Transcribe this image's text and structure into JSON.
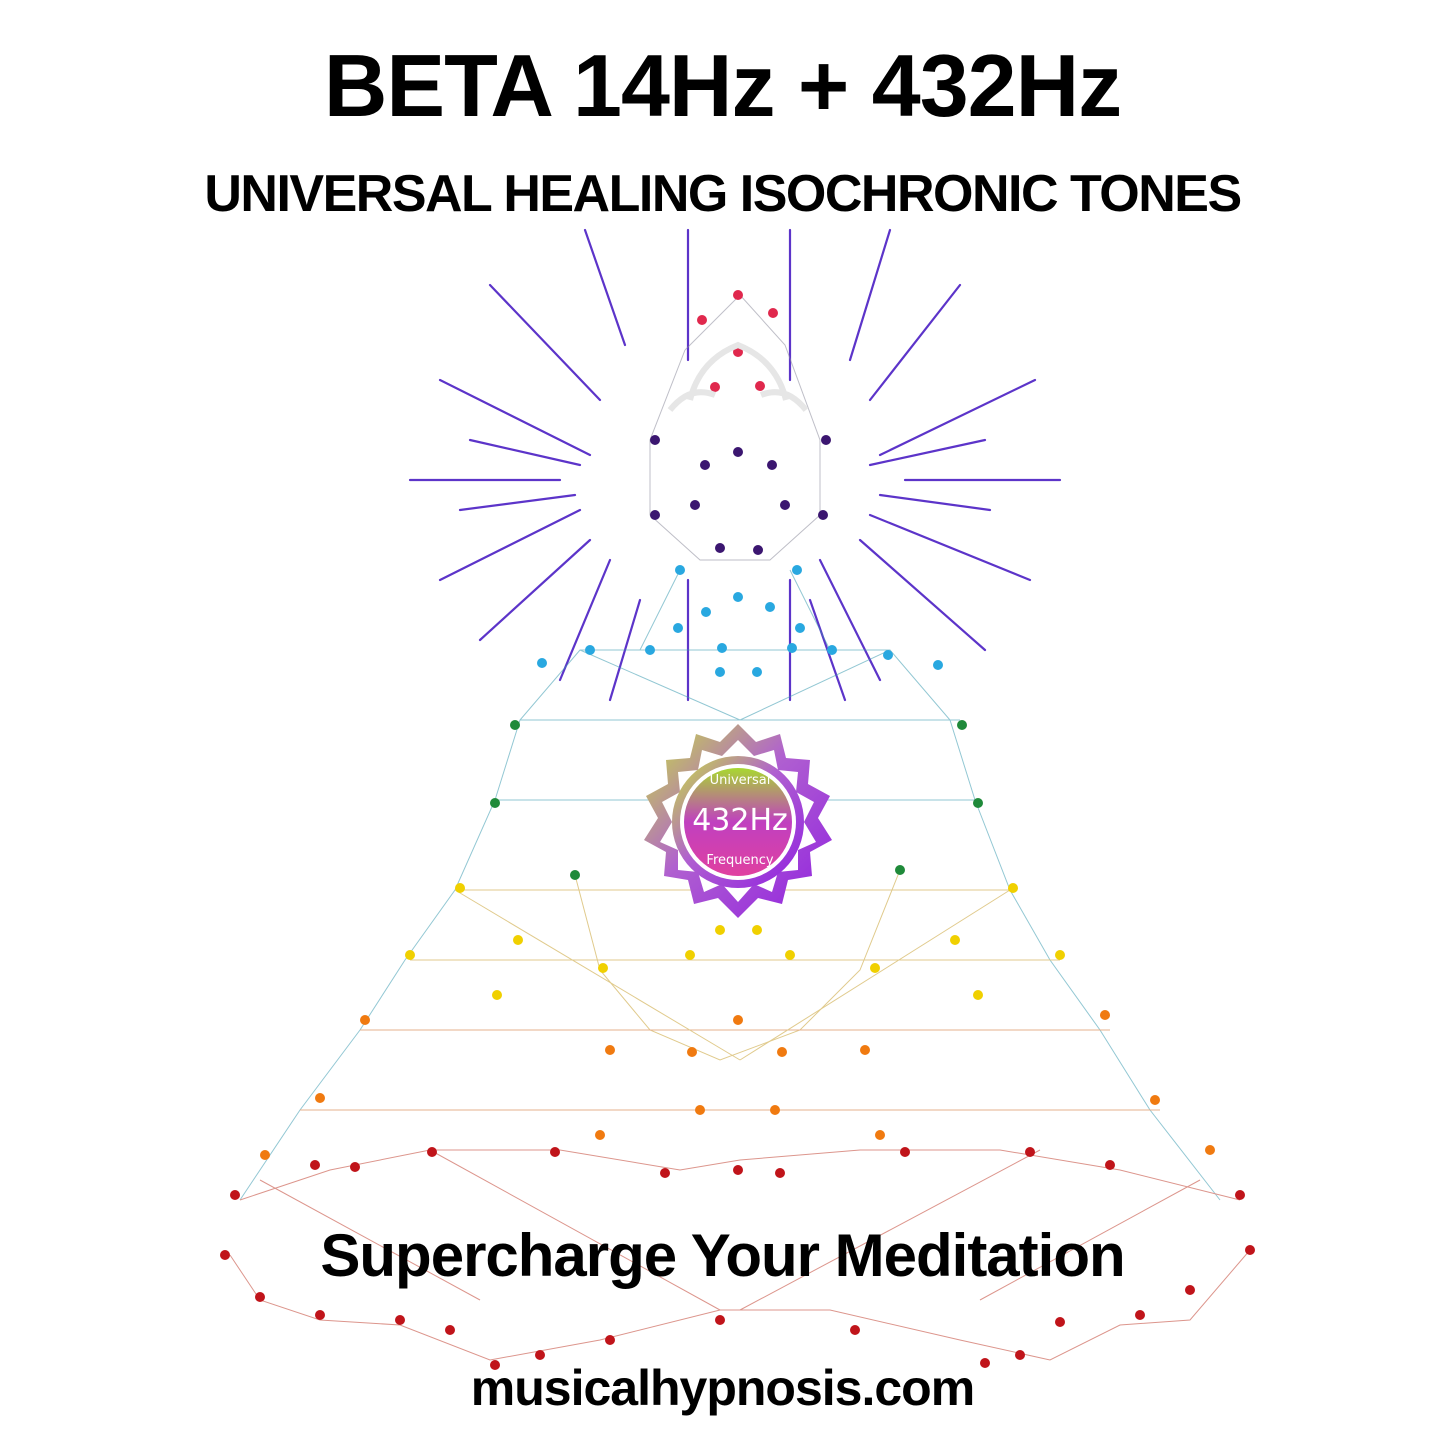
{
  "header": {
    "title": "BETA 14Hz + 432Hz",
    "subtitle": "UNIVERSAL HEALING ISOCHRONIC TONES"
  },
  "illustration": {
    "subject": "meditating-figure-network",
    "badge": {
      "top_text": "Universal",
      "main_text": "432Hz",
      "bottom_text": "Frequency"
    },
    "colors": {
      "rays": "#4b1fc4",
      "crown": "#e0284d",
      "third_eye": "#3b1670",
      "throat": "#29a8e0",
      "heart": "#1f8a3a",
      "solar": "#f0d000",
      "sacral": "#f07a10",
      "root": "#c0141a"
    }
  },
  "footer": {
    "tagline": "Supercharge Your Meditation",
    "website": "musicalhypnosis.com"
  }
}
